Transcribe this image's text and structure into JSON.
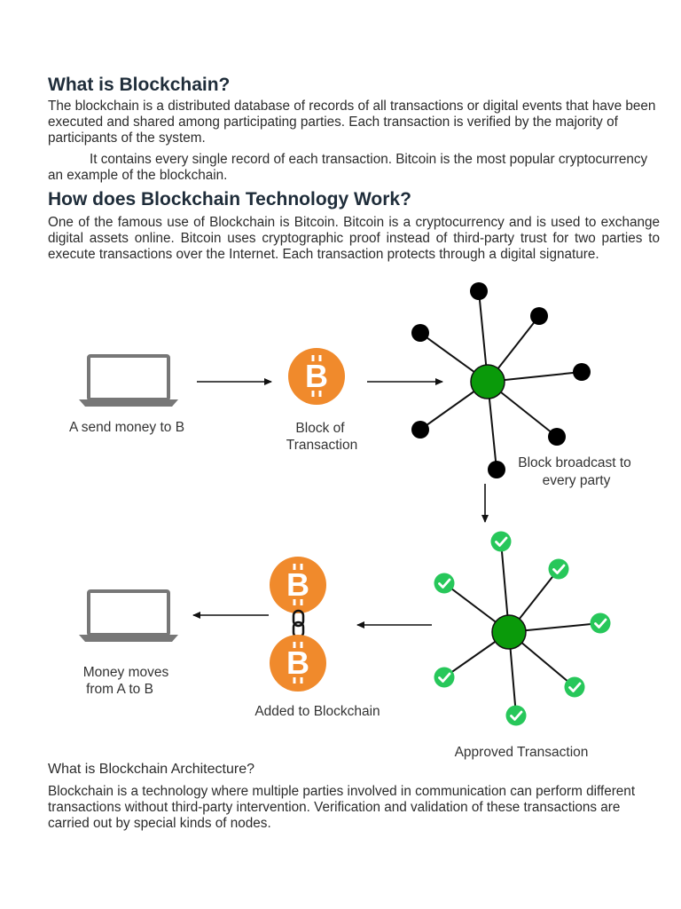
{
  "title1": "What is Blockchain?",
  "para1": "The blockchain is a distributed database of records of all transactions or digital events that have been executed and shared among participating parties. Each transaction is verified by the majority of participants of the system.",
  "para2": "It contains every single record of each transaction. Bitcoin is the most popular cryptocurrency an example of the blockchain.",
  "title2": "How does Blockchain Technology Work?",
  "para3": "One of the famous use of Blockchain is Bitcoin. Bitcoin is a cryptocurrency and is used to exchange digital assets online. Bitcoin uses cryptographic proof instead of third-party trust for two parties to execute transactions over the Internet. Each transaction protects through a digital signature.",
  "diagram": {
    "send_label": "A send money to B",
    "block_label_line1": "Block of",
    "block_label_line2": "Transaction",
    "broadcast_line1": "Block broadcast to",
    "broadcast_line2": "every party",
    "approved_label": "Approved Transaction",
    "added_label": "Added to Blockchain",
    "money_line1": "Money moves",
    "money_line2": "from A to B",
    "bitcoin_symbol": "B",
    "colors": {
      "bitcoin": "#f08a2c",
      "hub": "#0a9a0a",
      "check": "#27c75a",
      "laptop": "#777777",
      "node": "#000000"
    },
    "icons": [
      "laptop-icon",
      "bitcoin-icon",
      "chain-link-icon",
      "check-icon"
    ]
  },
  "title3": "What is Blockchain Architecture?",
  "para4": "Blockchain is a technology where multiple parties involved in communication can perform different transactions without third-party intervention. Verification and validation of these transactions are carried out by special kinds of nodes."
}
